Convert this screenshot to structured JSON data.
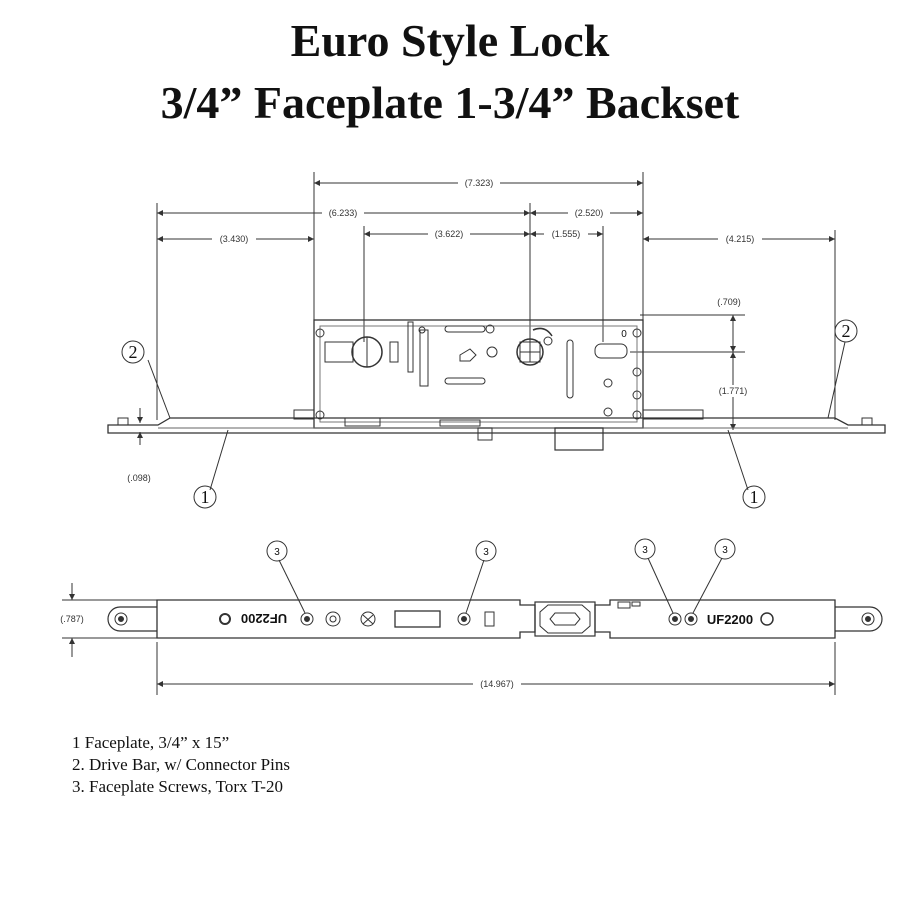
{
  "title": {
    "line1": "Euro Style Lock",
    "line2": "3/4” Faceplate 1-3/4” Backset"
  },
  "side_view": {
    "dimensions": {
      "overall_top": "(7.323)",
      "left_to_center": "(6.233)",
      "right_short": "(2.520)",
      "left_end": "(3.430)",
      "center_span": "(3.622)",
      "hub_to_latch": "(1.555)",
      "right_end": "(4.215)",
      "latch_offset": "(.709)",
      "backset_height": "(1.771)",
      "plate_thickness": "(.098)"
    },
    "callouts": {
      "faceplate_left": "1",
      "faceplate_right": "1",
      "drivebar_left": "2",
      "drivebar_right": "2"
    },
    "latch_mark": "0"
  },
  "front_view": {
    "dimensions": {
      "width": "(.787)",
      "overall_length": "(14.967)"
    },
    "screw_callouts": [
      "3",
      "3",
      "3",
      "3"
    ],
    "stamp_left": "UF2200",
    "stamp_right": "UF2200"
  },
  "legend": [
    "1  Faceplate, 3/4” x 15”",
    "2. Drive Bar, w/ Connector Pins",
    "3. Faceplate Screws, Torx T-20"
  ]
}
